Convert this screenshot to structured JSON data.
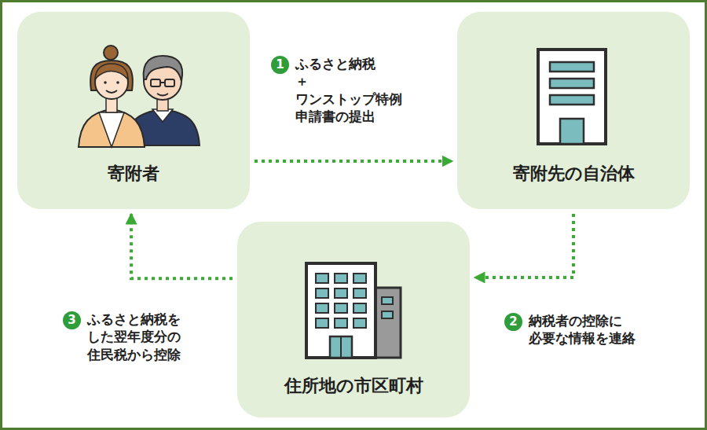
{
  "diagram": {
    "nodes": [
      {
        "text": [
          "寄附者"
        ]
      },
      {
        "text": [
          "寄附先の自治体"
        ]
      },
      {
        "text": [
          "住所地の市区町村"
        ]
      }
    ],
    "edges": [
      {
        "from": 0,
        "to": 1,
        "arrow": "to",
        "label": "ふるさと納税 ＋ ワンストップ特例 申請書の提出"
      },
      {
        "from": 1,
        "to": 2,
        "arrow": "to",
        "label": "納税者の控除に 必要な情報を連絡"
      },
      {
        "from": 2,
        "to": 0,
        "arrow": "to",
        "label": "ふるさと納税を した翌年度分の 住民税から控除"
      }
    ],
    "labels": [
      "1",
      "2",
      "3"
    ]
  }
}
